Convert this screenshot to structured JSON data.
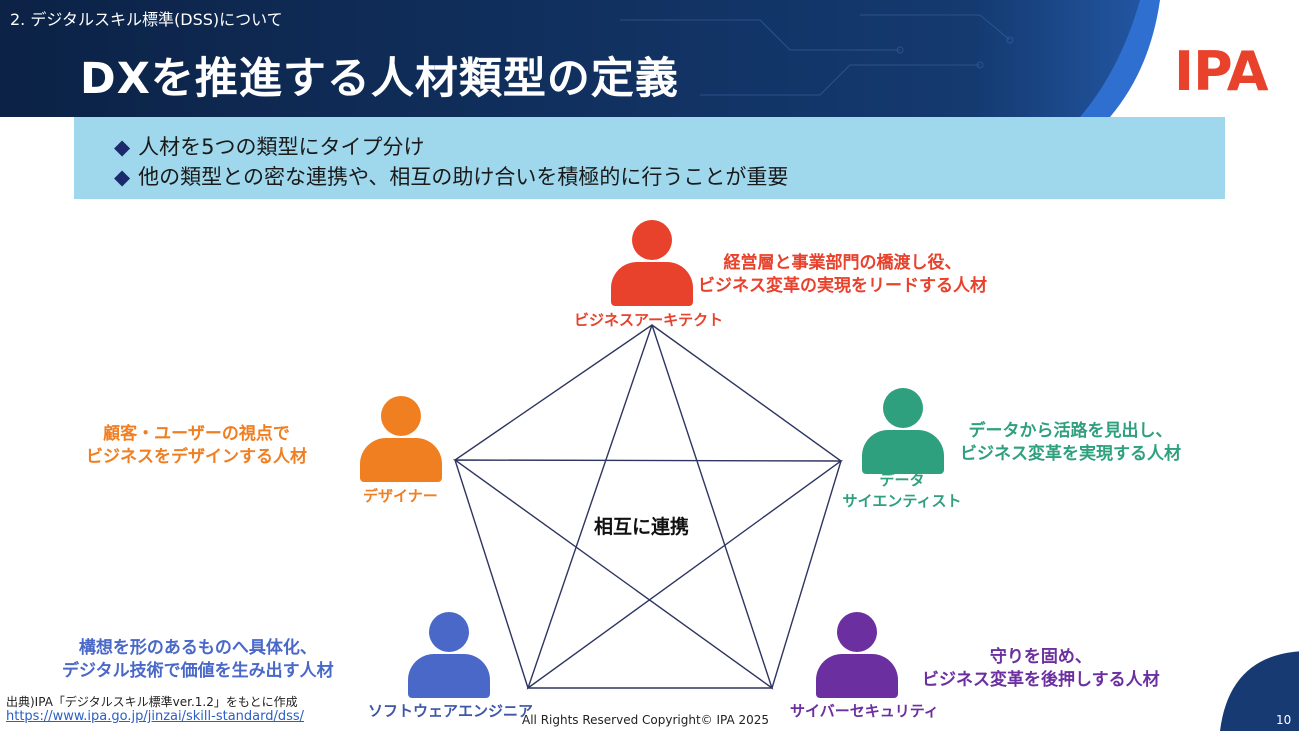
{
  "header": {
    "section_label": "2. デジタルスキル標準(DSS)について",
    "title": "DXを推進する人材類型の定義",
    "logo_text": "IPA",
    "colors": {
      "band": "#0f2b55",
      "accent": "#2f6fcf",
      "logo": "#e8412c"
    }
  },
  "summary": {
    "bullet": "◆",
    "items": [
      "人材を5つの類型にタイプ分け",
      "他の類型との密な連携や、相互の助け合いを積極的に行うことが重要"
    ]
  },
  "diagram": {
    "center_label": "相互に連携",
    "roles": [
      {
        "key": "business_architect",
        "name": "ビジネスアーキテクト",
        "desc_lines": [
          "経営層と事業部門の橋渡し役、",
          "ビジネス変革の実現をリードする人材"
        ],
        "color": "#e8412c",
        "icon": "person-icon"
      },
      {
        "key": "designer",
        "name": "デザイナー",
        "desc_lines": [
          "顧客・ユーザーの視点で",
          "ビジネスをデザインする人材"
        ],
        "color": "#f07f22",
        "icon": "person-icon"
      },
      {
        "key": "data_scientist",
        "name_lines": [
          "データ",
          "サイエンティスト"
        ],
        "desc_lines": [
          "データから活路を見出し、",
          "ビジネス変革を実現する人材"
        ],
        "color": "#2fa07e",
        "icon": "person-icon"
      },
      {
        "key": "software_engineer",
        "name": "ソフトウェアエンジニア",
        "desc_lines": [
          "構想を形のあるものへ具体化、",
          "デジタル技術で価値を生み出す人材"
        ],
        "color": "#4a68c8",
        "icon": "person-icon"
      },
      {
        "key": "cyber_security",
        "name": "サイバーセキュリティ",
        "desc_lines": [
          "守りを固め、",
          "ビジネス変革を後押しする人材"
        ],
        "color": "#6b2fa0",
        "icon": "person-icon"
      }
    ]
  },
  "footer": {
    "source": "出典)IPA「デジタルスキル標準ver.1.2」をもとに作成",
    "source_url": "https://www.ipa.go.jp/jinzai/skill-standard/dss/",
    "copyright": "All Rights Reserved Copyright© IPA 2025",
    "page_number": "10"
  }
}
